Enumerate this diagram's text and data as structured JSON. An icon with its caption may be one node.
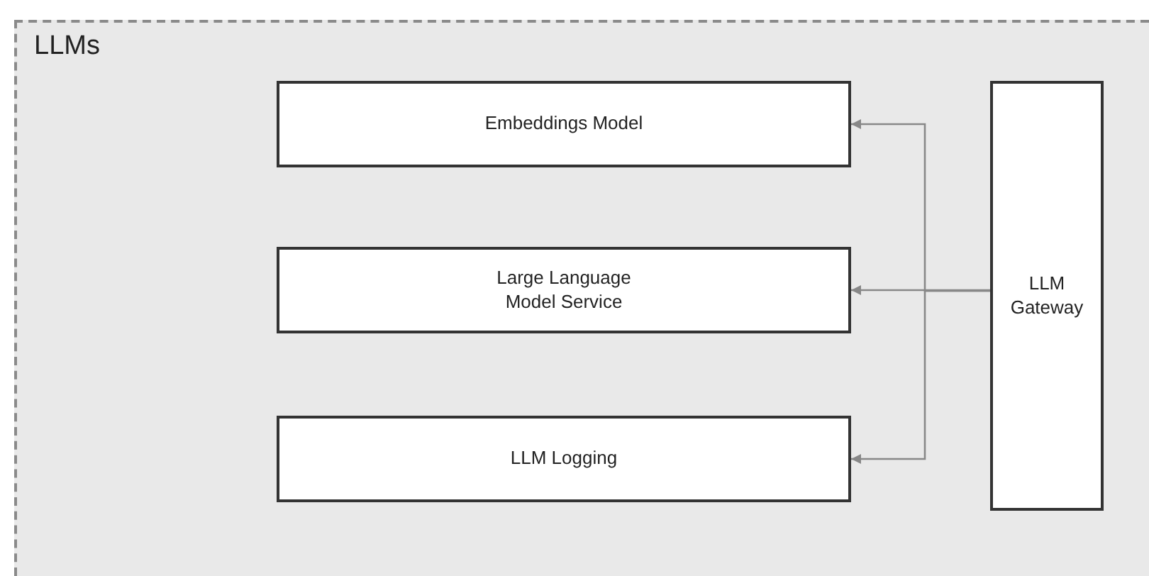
{
  "diagram": {
    "nodes": [
      {
        "text": [
          "LLMs"
        ]
      },
      {
        "text": [
          "Embeddings Model"
        ],
        "in": 0
      },
      {
        "text": [
          "Large Language Model Service"
        ],
        "in": 0
      },
      {
        "text": [
          "LLM Logging"
        ],
        "in": 0
      },
      {
        "text": [
          "LLM Gateway"
        ],
        "in": 0
      }
    ],
    "edges": [
      {
        "from": 4,
        "to": 1,
        "arrow": "to"
      },
      {
        "from": 4,
        "to": 2,
        "arrow": "to"
      },
      {
        "from": 4,
        "to": 3,
        "arrow": "to"
      }
    ]
  }
}
